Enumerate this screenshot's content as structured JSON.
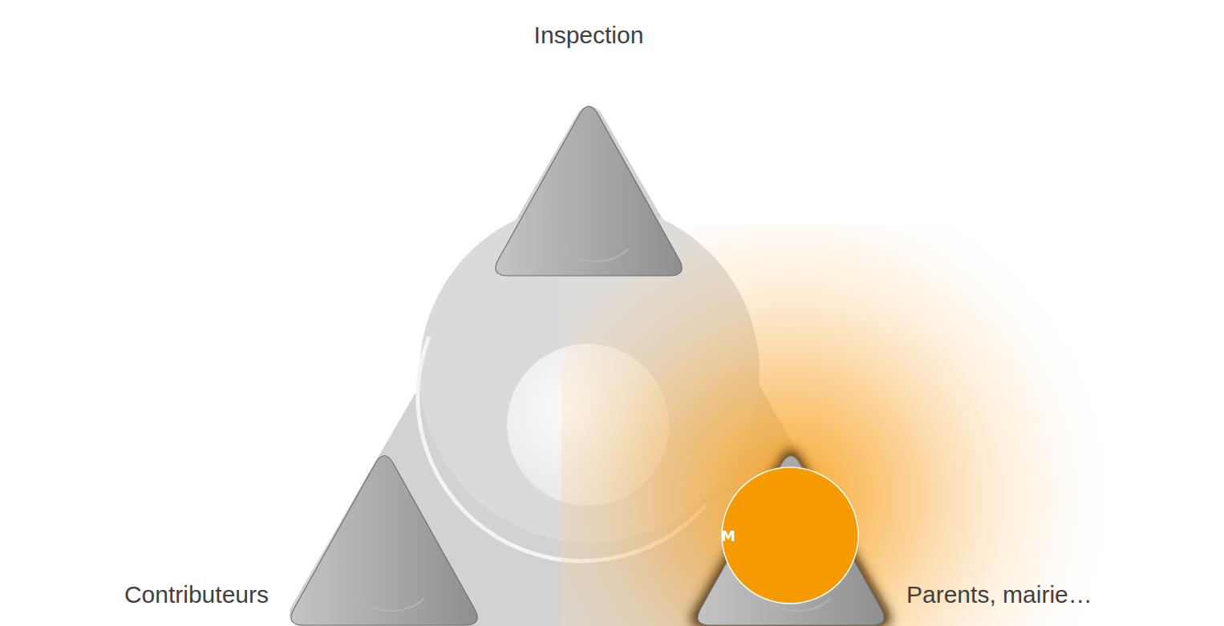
{
  "diagram": {
    "nodes": [
      {
        "text": [
          "Inspection"
        ]
      },
      {
        "text": [
          "Contributeurs"
        ]
      },
      {
        "text": [
          "Parents, mairie…"
        ]
      },
      {
        "text": [
          "M"
        ],
        "in": 2
      }
    ]
  }
}
